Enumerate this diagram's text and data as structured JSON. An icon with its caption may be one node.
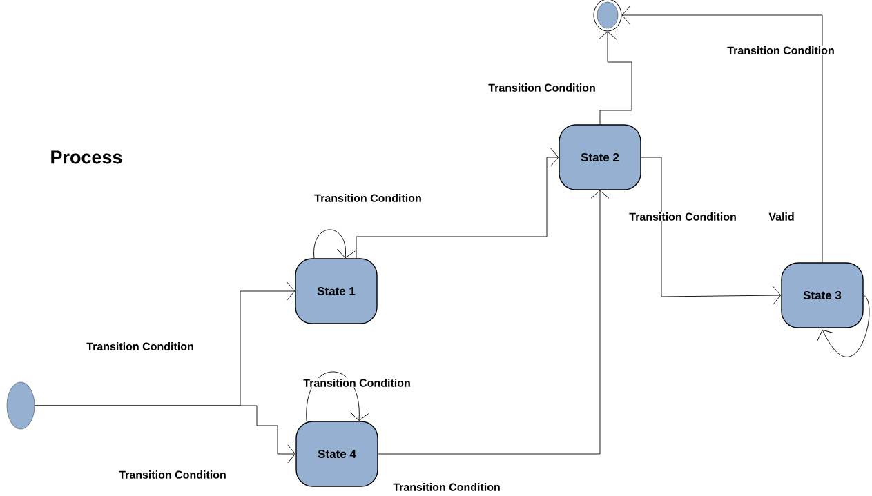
{
  "diagram": {
    "title": "Process",
    "nodes": [
      {
        "text": [],
        "shape": "circle"
      },
      {
        "text": [
          "State 1"
        ]
      },
      {
        "text": [
          "State 2"
        ]
      },
      {
        "text": [
          "State 3"
        ]
      },
      {
        "text": [
          "State 4"
        ]
      },
      {
        "text": [],
        "shape": "circle"
      }
    ],
    "edges": [
      {
        "from": 0,
        "to": 1,
        "arrow": "to",
        "label": "Transition Condition"
      },
      {
        "from": 0,
        "to": 4,
        "arrow": "to",
        "label": "Transition Condition"
      },
      {
        "from": 1,
        "to": 1,
        "arrow": "to",
        "label": "Transition Condition"
      },
      {
        "from": 1,
        "to": 2,
        "arrow": "to"
      },
      {
        "from": 4,
        "to": 4,
        "arrow": "to",
        "label": "Transition Condition"
      },
      {
        "from": 4,
        "to": 2,
        "arrow": "to",
        "label": "Transition Condition"
      },
      {
        "from": 2,
        "to": 3,
        "arrow": "to",
        "label": "Transition Condition"
      },
      {
        "from": 3,
        "to": 3,
        "arrow": "to"
      },
      {
        "from": 2,
        "to": 5,
        "arrow": "to",
        "label": "Transition Condition"
      },
      {
        "from": 3,
        "to": 5,
        "arrow": "to",
        "label": "Transition Condition"
      }
    ],
    "labels": [
      "Valid"
    ]
  }
}
